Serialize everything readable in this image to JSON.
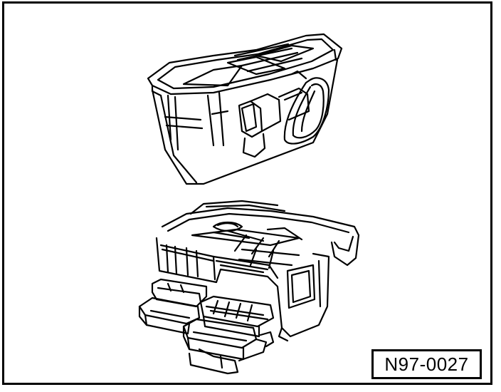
{
  "figure": {
    "reference_number": "N97-0027",
    "line_color": "#000000",
    "background_color": "#ffffff",
    "illustrations": {
      "top": "closed-toolbox-with-cable",
      "bottom": "open-toolbox-with-drawers"
    }
  }
}
